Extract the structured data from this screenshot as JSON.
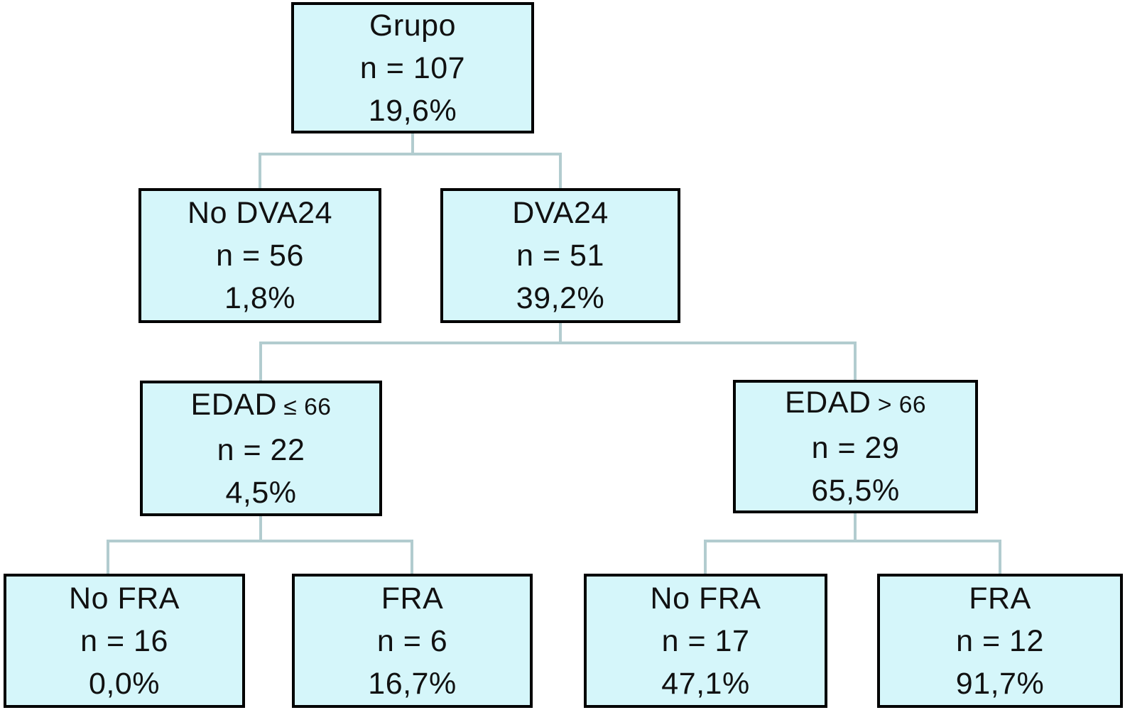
{
  "diagram": {
    "type": "decision-tree",
    "colors": {
      "node_fill": "#d5f6fa",
      "node_border": "#000000",
      "connector": "#b2cccf",
      "background": "#ffffff",
      "text": "#111111"
    },
    "nodes": {
      "root": {
        "title": "Grupo",
        "title_suffix": "",
        "n": "n = 107",
        "pct": "19,6%"
      },
      "no_dva24": {
        "title": "No DVA24",
        "title_suffix": "",
        "n": "n = 56",
        "pct": "1,8%"
      },
      "dva24": {
        "title": "DVA24",
        "title_suffix": "",
        "n": "n = 51",
        "pct": "39,2%"
      },
      "edad_le_66": {
        "title": "EDAD",
        "title_suffix": "≤ 66",
        "n": "n = 22",
        "pct": "4,5%"
      },
      "edad_gt_66": {
        "title": "EDAD",
        "title_suffix": "> 66",
        "n": "n = 29",
        "pct": "65,5%"
      },
      "no_fra_le": {
        "title": "No FRA",
        "title_suffix": "",
        "n": "n = 16",
        "pct": "0,0%"
      },
      "fra_le": {
        "title": "FRA",
        "title_suffix": "",
        "n": "n = 6",
        "pct": "16,7%"
      },
      "no_fra_gt": {
        "title": "No FRA",
        "title_suffix": "",
        "n": "n = 17",
        "pct": "47,1%"
      },
      "fra_gt": {
        "title": "FRA",
        "title_suffix": "",
        "n": "n = 12",
        "pct": "91,7%"
      }
    },
    "edges": [
      {
        "parent": "root",
        "children": [
          "no_dva24",
          "dva24"
        ]
      },
      {
        "parent": "dva24",
        "children": [
          "edad_le_66",
          "edad_gt_66"
        ]
      },
      {
        "parent": "edad_le_66",
        "children": [
          "no_fra_le",
          "fra_le"
        ]
      },
      {
        "parent": "edad_gt_66",
        "children": [
          "no_fra_gt",
          "fra_gt"
        ]
      }
    ]
  }
}
